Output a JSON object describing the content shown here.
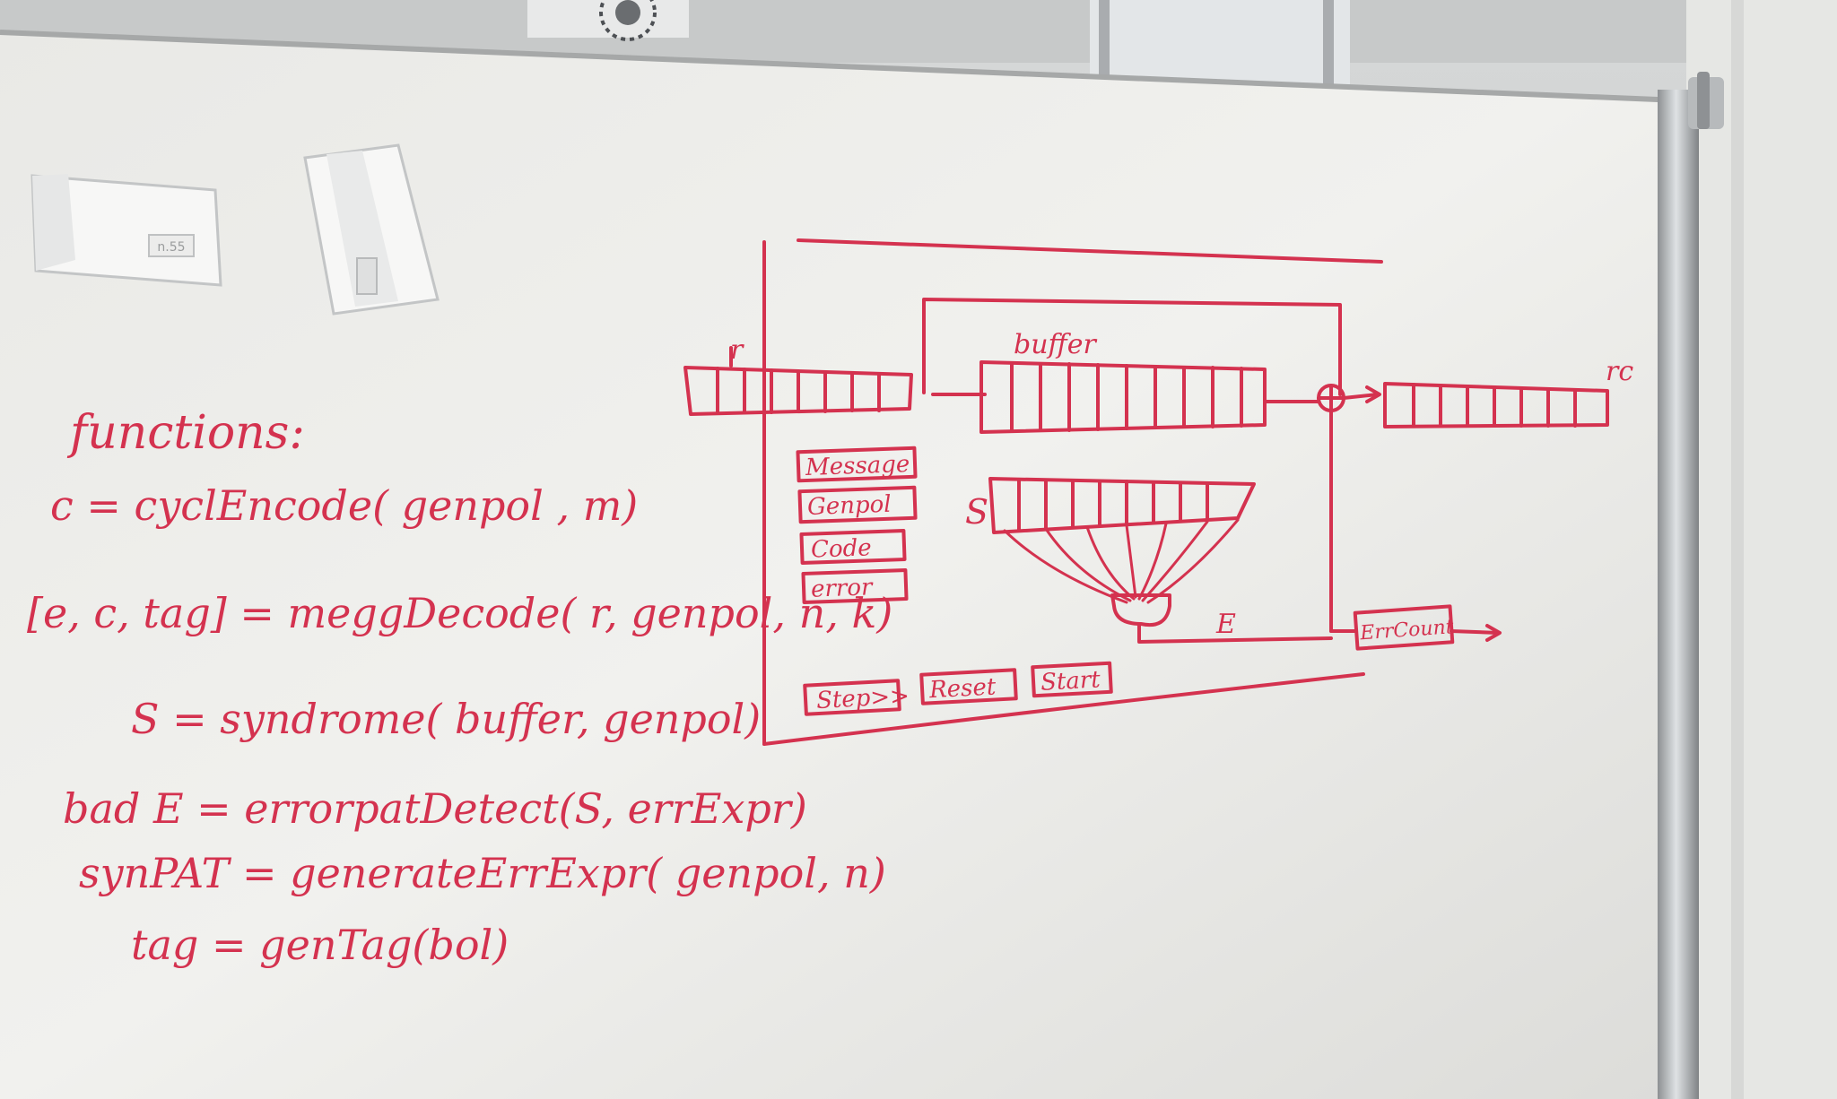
{
  "board": {
    "heading": "functions:",
    "code_lines": [
      "c = cyclEncode( genpol , m)",
      "[e, c, tag] = meggDecode( r, genpol, n, k)",
      "S = syndrome( buffer, genpol)",
      "bad E = errorpatDetect(S, errExpr)",
      "synPAT = generateErrExpr( genpol, n)",
      "tag = genTag(bol)"
    ],
    "diagram": {
      "input_label": "r",
      "buffer_label": "buffer",
      "output_label": "rc",
      "syndrome_label": "S",
      "error_label": "E",
      "counter_label": "ErrCount",
      "panel_boxes": [
        "Message",
        "Genpol",
        "Code",
        "error"
      ],
      "buttons": [
        "Step>>",
        "Reset",
        "Start"
      ]
    },
    "magnet_label": "n.55",
    "colors": {
      "marker": "#d4324f",
      "board": "#ececea"
    }
  }
}
